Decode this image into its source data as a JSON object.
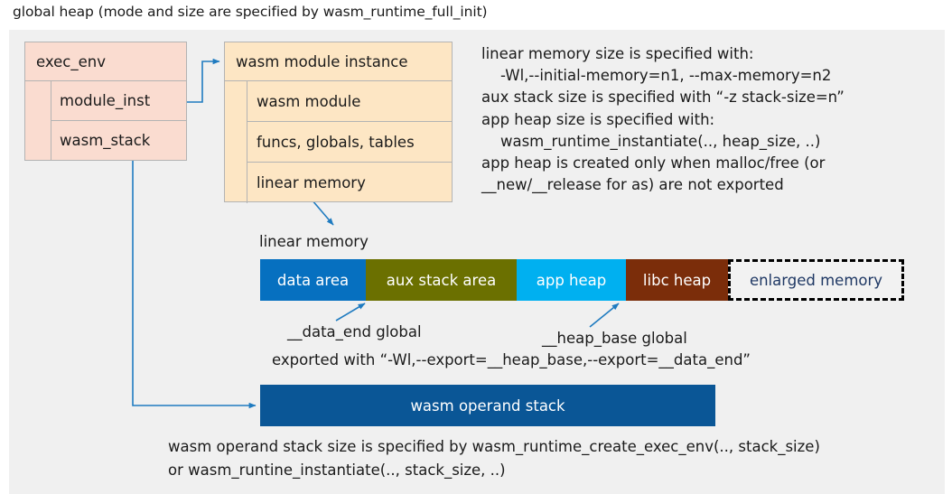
{
  "title": "global heap (mode and size are specified by wasm_runtime_full_init)",
  "exec_env": {
    "title": "exec_env",
    "fields": [
      {
        "label": "module_inst"
      },
      {
        "label": "wasm_stack"
      }
    ]
  },
  "module_instance": {
    "title": "wasm module instance",
    "fields": [
      {
        "label": "wasm module"
      },
      {
        "label": "funcs, globals, tables"
      },
      {
        "label": "linear memory"
      }
    ]
  },
  "notes": {
    "text": "linear memory size is specified with:\n    -Wl,--initial-memory=n1, --max-memory=n2\naux stack size is specified with “-z stack-size=n”\napp heap size is specified with:\n    wasm_runtime_instantiate(.., heap_size, ..)\napp heap is created only when malloc/free (or\n__new/__release for as) are not exported"
  },
  "linear_memory": {
    "label": "linear memory",
    "segments": [
      {
        "label": "data area",
        "color": "#0670c0",
        "text_color": "#ffffff",
        "width": 117
      },
      {
        "label": "aux stack area",
        "color": "#6b7000",
        "text_color": "#ffffff",
        "width": 167
      },
      {
        "label": "app heap",
        "color": "#00b0f0",
        "text_color": "#ffffff",
        "width": 121
      },
      {
        "label": "libc heap",
        "color": "#7b2d0a",
        "text_color": "#ffffff",
        "width": 113
      },
      {
        "label": "enlarged memory",
        "color": "#f2f2f2",
        "text_color": "#1f3864",
        "width": 195
      }
    ]
  },
  "annotations": {
    "data_end": "__data_end global",
    "heap_base": "__heap_base global",
    "exported": "exported with “-Wl,--export=__heap_base,--export=__data_end”"
  },
  "operand_stack": {
    "label": "wasm operand stack"
  },
  "bottom_notes": {
    "text": "wasm operand stack size is specified by wasm_runtime_create_exec_env(.., stack_size)\nor wasm_runtine_instantiate(.., stack_size, ..)"
  },
  "colors": {
    "panel_background": "#f0f0f0",
    "exec_env_fill": "#fadcd0",
    "module_instance_fill": "#fde6c4",
    "box_border": "#b3b3b3",
    "arrow": "#1f7bc0",
    "operand_stack_fill": "#0a5696"
  }
}
